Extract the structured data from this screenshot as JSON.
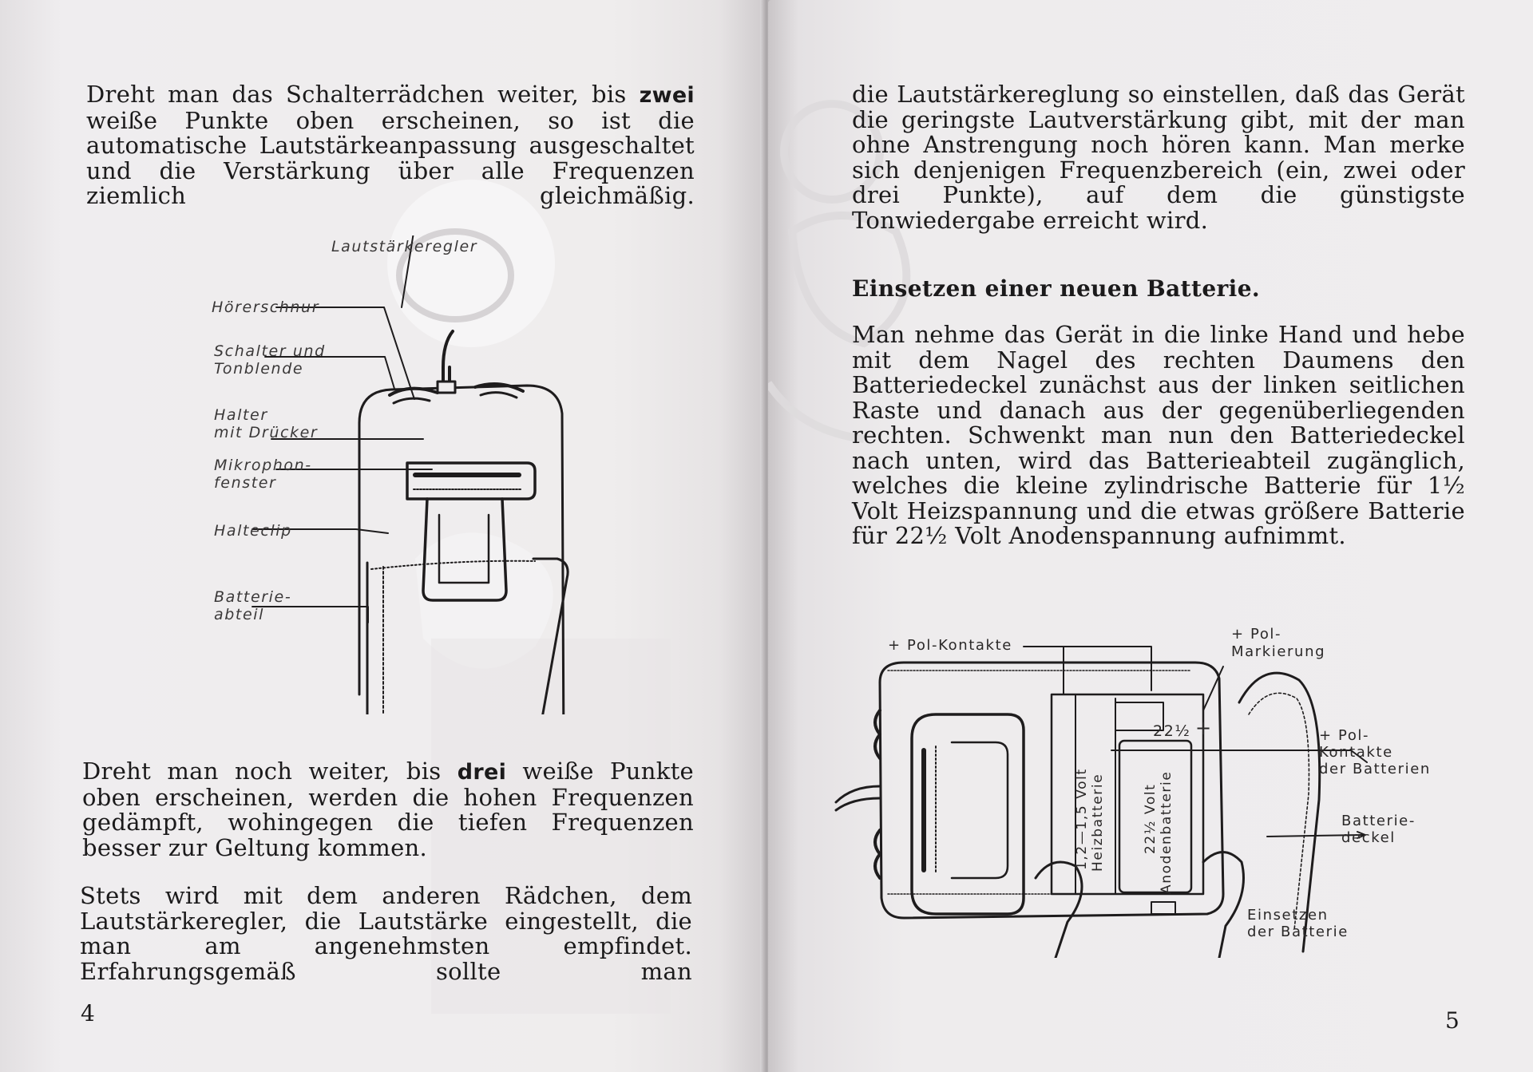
{
  "left_page": {
    "paragraph_1": {
      "before": "Dreht man das Schalterrädchen weiter, bis ",
      "bold": "zwei",
      "after": " weiße Punkte oben erscheinen, so ist die automatische Lautstärkeanpassung ausgeschaltet und die Verstärkung über alle Frequenzen ziemlich gleichmäßig."
    },
    "figure_labels": {
      "volume": "Lautstärkeregler",
      "cord": "Hörerschnur",
      "switch_1": "Schalter und",
      "switch_2": "Tonblende",
      "holder_1": "Halter",
      "holder_2": "mit Drücker",
      "mic_1": "Mikrophon-",
      "mic_2": "fenster",
      "clip": "Halteclip",
      "battery_1": "Batterie-",
      "battery_2": "abteil"
    },
    "paragraph_2": {
      "before": "Dreht man noch weiter, bis ",
      "bold": "drei",
      "after": " weiße Punkte oben erscheinen, werden die hohen Frequenzen gedämpft, wohingegen die tiefen Frequenzen besser zur Geltung kommen."
    },
    "paragraph_3": "Stets wird mit dem anderen Rädchen, dem Lautstärkeregler, die Lautstärke eingestellt, die man am angenehmsten empfindet. Erfahrungsgemäß sollte man",
    "page_number": "4"
  },
  "right_page": {
    "paragraph_1": "die Lautstärkereglung so einstellen, daß das Gerät die geringste Lautverstärkung gibt, mit der man ohne Anstrengung noch hören kann. Man merke sich denjenigen Frequenzbereich (ein, zwei oder drei Punkte), auf dem die günstigste Tonwiedergabe erreicht wird.",
    "heading": "Einsetzen einer neuen Batterie.",
    "paragraph_2": "Man nehme das Gerät in die linke Hand und hebe mit dem Nagel des rechten Daumens den Batteriedeckel zunächst aus der linken seitlichen Raste und danach aus der gegenüberliegenden rechten. Schwenkt man nun den Batteriedeckel nach unten, wird das Batterieabteil zugänglich, welches die kleine zylindrische Batterie für 1½ Volt Heizspannung und die etwas größere Batterie für 22½ Volt Anodenspannung aufnimmt.",
    "figure_labels": {
      "pol_contacts": "+ Pol-Kontakte",
      "pol_mark_1": "+ Pol-",
      "pol_mark_2": "Markierung",
      "battery_contacts_1": "+ Pol-",
      "battery_contacts_2": "Kontakte",
      "battery_contacts_3": "der Batterien",
      "cover_1": "Batterie-",
      "cover_2": "deckel",
      "insert_1": "Einsetzen",
      "insert_2": "der Batterie",
      "heater_1": "1,2—1,5 Volt",
      "heater_2": "Heizbatterie",
      "anode_1": "22½ Volt",
      "anode_2": "Anodenbatterie",
      "mark_225": "22½",
      "plus": "+"
    },
    "page_number": "5"
  }
}
